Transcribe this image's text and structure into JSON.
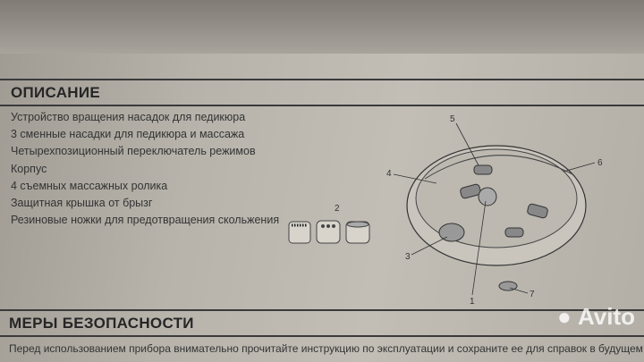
{
  "sections": {
    "description": {
      "title": "ОПИСАНИЕ",
      "items": [
        "Устройство вращения насадок для педикюра",
        "3 сменные насадки для педикюра и массажа",
        "Четырехпозиционный переключатель режимов",
        "Корпус",
        "4 съемных массажных ролика",
        "Защитная крышка от брызг",
        "Резиновые ножки для предотвращения скольжения"
      ]
    },
    "safety": {
      "title": "МЕРЫ БЕЗОПАСНОСТИ",
      "text": "Перед использованием прибора внимательно прочитайте инструкцию по эксплуатации и сохраните ее для справок в будущем."
    }
  },
  "diagram": {
    "labels": [
      "1",
      "2",
      "3",
      "4",
      "5",
      "6",
      "7"
    ]
  },
  "watermark": "Avito"
}
